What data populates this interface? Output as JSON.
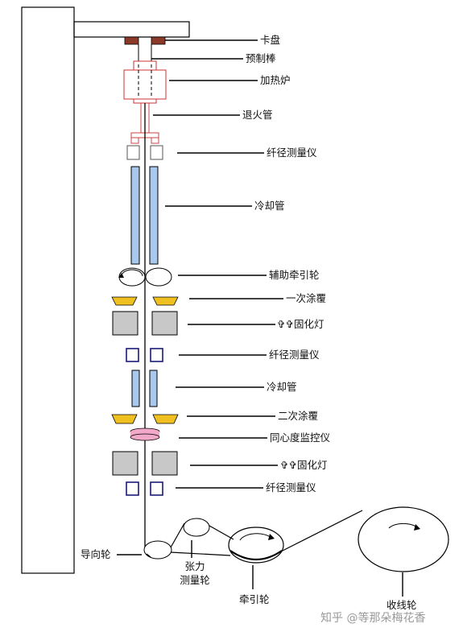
{
  "diagram": {
    "labels": {
      "chuck": "卡盘",
      "preform": "预制棒",
      "furnace": "加热炉",
      "annealing_tube": "退火管",
      "gauge_1": "纤径测量仪",
      "cooling_tube_1": "冷却管",
      "aux_capstan": "辅助牵引轮",
      "primary_coating": "一次涂覆",
      "uv_lamp_1": "✞✞固化灯",
      "gauge_2": "纤径测量仪",
      "cooling_tube_2": "冷却管",
      "secondary_coating": "二次涂覆",
      "concentricity_monitor": "同心度监控仪",
      "uv_lamp_2": "✞✞固化灯",
      "gauge_3": "纤径测量仪",
      "guide_wheel": "导向轮",
      "tension_wheel_line1": "张力",
      "tension_wheel_line2": "测量轮",
      "capstan": "牵引轮",
      "take_up_reel": "收线轮"
    },
    "colors": {
      "chuck": "#8b3a2a",
      "annealing": "#cc4444",
      "cooling": "#a9c8ee",
      "coating": "#f0c020",
      "lamp": "#c8c8c8",
      "gauge": "#1a1a7a",
      "monitor": "#f2a8c8"
    }
  },
  "watermark": "知乎 @等那朵梅花香"
}
